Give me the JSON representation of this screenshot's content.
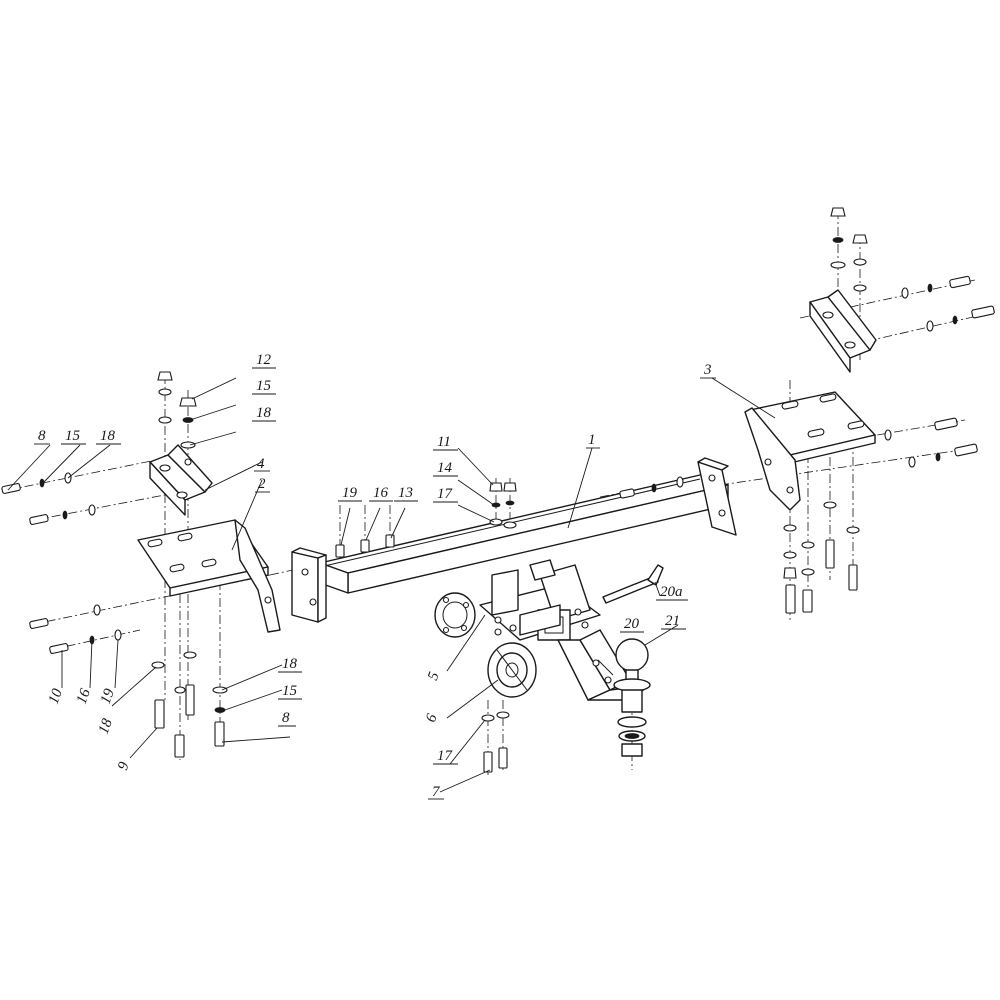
{
  "callouts": [
    {
      "id": "c1",
      "label": "1"
    },
    {
      "id": "c2",
      "label": "2"
    },
    {
      "id": "c3",
      "label": "3"
    },
    {
      "id": "c4",
      "label": "4"
    },
    {
      "id": "c5",
      "label": "5"
    },
    {
      "id": "c6",
      "label": "6"
    },
    {
      "id": "c7",
      "label": "7"
    },
    {
      "id": "c8a",
      "label": "8"
    },
    {
      "id": "c8b",
      "label": "8"
    },
    {
      "id": "c9",
      "label": "9"
    },
    {
      "id": "c10",
      "label": "10"
    },
    {
      "id": "c11",
      "label": "11"
    },
    {
      "id": "c12",
      "label": "12"
    },
    {
      "id": "c13",
      "label": "13"
    },
    {
      "id": "c14",
      "label": "14"
    },
    {
      "id": "c15a",
      "label": "15"
    },
    {
      "id": "c15b",
      "label": "15"
    },
    {
      "id": "c15c",
      "label": "15"
    },
    {
      "id": "c16a",
      "label": "16"
    },
    {
      "id": "c16b",
      "label": "16"
    },
    {
      "id": "c17a",
      "label": "17"
    },
    {
      "id": "c17b",
      "label": "17"
    },
    {
      "id": "c18a",
      "label": "18"
    },
    {
      "id": "c18b",
      "label": "18"
    },
    {
      "id": "c18c",
      "label": "18"
    },
    {
      "id": "c18d",
      "label": "18"
    },
    {
      "id": "c19a",
      "label": "19"
    },
    {
      "id": "c19b",
      "label": "19"
    },
    {
      "id": "c20",
      "label": "20"
    },
    {
      "id": "c20a",
      "label": "20a"
    },
    {
      "id": "c21",
      "label": "21"
    }
  ]
}
